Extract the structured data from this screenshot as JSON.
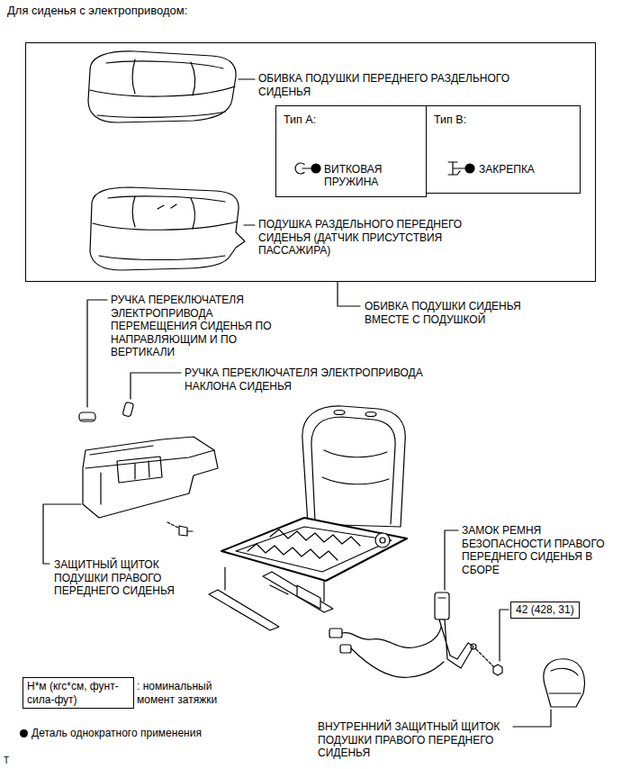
{
  "diagram": {
    "title": "Для сиденья с электроприводом:",
    "nodes": [
      {
        "text": [
          "ОБИВКА ПОДУШКИ ПЕРЕДНЕГО РАЗДЕЛЬНОГО СИДЕНЬЯ",
          "ПОДУШКА РАЗДЕЛЬНОГО ПЕРЕДНЕГО СИДЕНЬЯ (ДАТЧИК ПРИСУТСТВИЯ ПАССАЖИРА)"
        ]
      },
      {
        "text": [
          "Тип А:",
          "ВИТКОВАЯ ПРУЖИНА"
        ],
        "in": 0
      },
      {
        "text": [
          "Тип В:",
          "ЗАКРЕПКА"
        ],
        "in": 0
      },
      {
        "text": [
          "42 (428, 31)"
        ]
      },
      {
        "text": [
          "Н*м (кгс*см, фунт-сила-фут)"
        ]
      }
    ],
    "labels": [
      "ОБИВКА ПОДУШКИ СИДЕНЬЯ ВМЕСТЕ С ПОДУШКОЙ",
      "РУЧКА ПЕРЕКЛЮЧАТЕЛЯ ЭЛЕКТРОПРИВОДА ПЕРЕМЕЩЕНИЯ СИДЕНЬЯ ПО НАПРАВЛЯЮЩИМ И ПО ВЕРТИКАЛИ",
      "РУЧКА ПЕРЕКЛЮЧАТЕЛЯ ЭЛЕКТРОПРИВОДА НАКЛОНА СИДЕНЬЯ",
      "ЗАЩИТНЫЙ ЩИТОК ПОДУШКИ ПРАВОГО ПЕРЕДНЕГО СИДЕНЬЯ",
      "ЗАМОК РЕМНЯ БЕЗОПАСНОСТИ ПРАВОГО ПЕРЕДНЕГО СИДЕНЬЯ В СБОРЕ",
      "ВНУТРЕННИЙ ЗАЩИТНЫЙ ЩИТОК ПОДУШКИ ПРАВОГО ПЕРЕДНЕГО СИДЕНЬЯ",
      ": номинальный момент затяжки",
      "T"
    ],
    "legend": [
      {
        "text": "Деталь однократного применения"
      }
    ]
  }
}
